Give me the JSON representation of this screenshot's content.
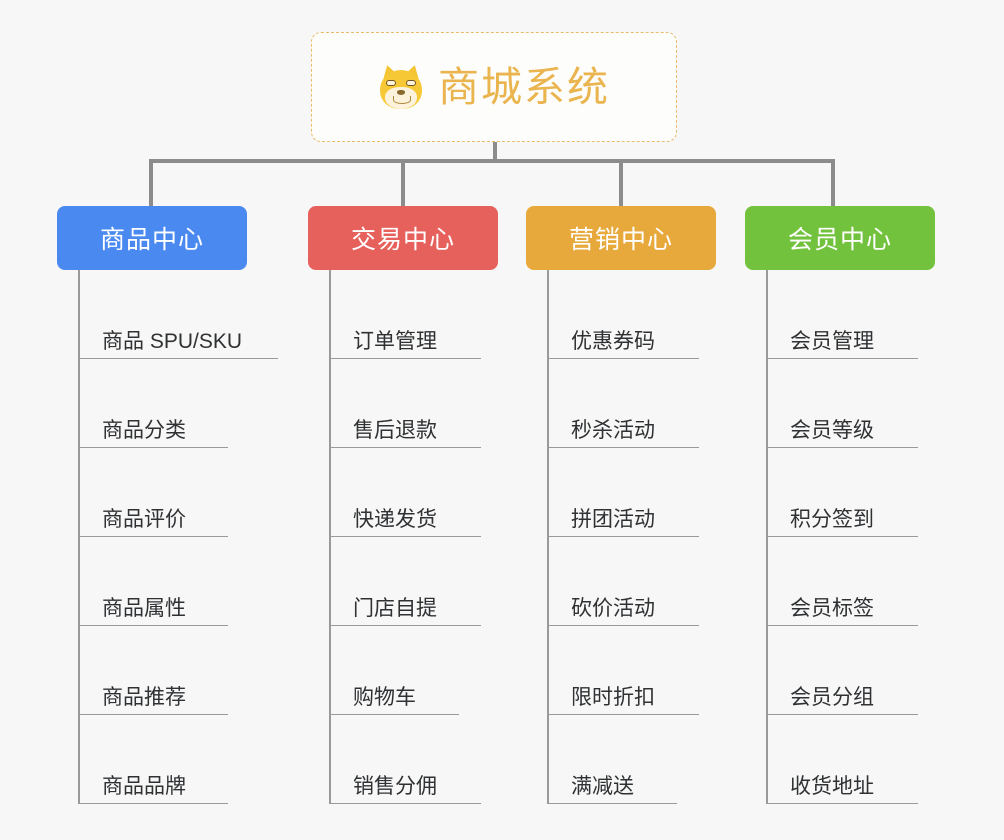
{
  "diagram": {
    "type": "mind-map",
    "background_color": "#f7f7f7",
    "root": {
      "title": "商城系统",
      "icon": "shiba-inu-dog-icon",
      "title_color": "#eab44e",
      "border_color": "#e9bb6a"
    },
    "connector_color": "#8c8c8c",
    "categories": [
      {
        "label": "商品中心",
        "color": "#4a8af0",
        "items": [
          "商品 SPU/SKU",
          "商品分类",
          "商品评价",
          "商品属性",
          "商品推荐",
          "商品品牌"
        ]
      },
      {
        "label": "交易中心",
        "color": "#e6605c",
        "items": [
          "订单管理",
          "售后退款",
          "快递发货",
          "门店自提",
          "购物车",
          "销售分佣"
        ]
      },
      {
        "label": "营销中心",
        "color": "#e8a93c",
        "items": [
          "优惠券码",
          "秒杀活动",
          "拼团活动",
          "砍价活动",
          "限时折扣",
          "满减送"
        ]
      },
      {
        "label": "会员中心",
        "color": "#73c23e",
        "items": [
          "会员管理",
          "会员等级",
          "积分签到",
          "会员标签",
          "会员分组",
          "收货地址"
        ]
      }
    ]
  }
}
